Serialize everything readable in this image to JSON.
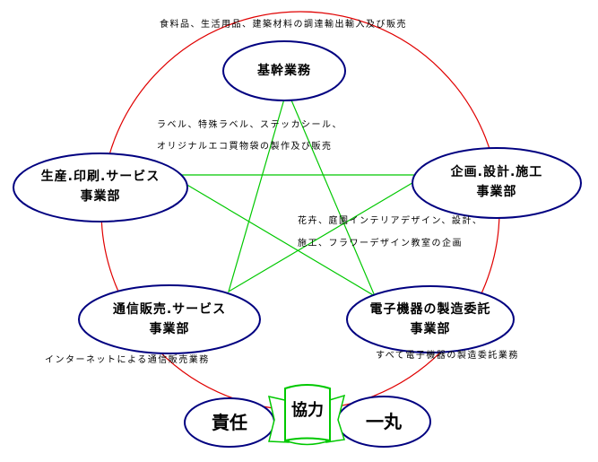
{
  "colors": {
    "ring": "#e00000",
    "star": "#00c800",
    "ellipse_stroke": "#000080",
    "banner": "#00c800"
  },
  "nodes": {
    "core": {
      "line1": "基幹業務"
    },
    "production": {
      "line1": "生産.印刷.サービス",
      "line2": "事業部"
    },
    "planning": {
      "line1": "企画.設計.施工",
      "line2": "事業部"
    },
    "mail_order": {
      "line1": "通信販売.サービス",
      "line2": "事業部"
    },
    "electronics": {
      "line1": "電子機器の製造委託",
      "line2": "事業部"
    }
  },
  "captions": {
    "top": "食料品、生活用品、建築材料の調達輸出輸入及び販売",
    "labels_1": "ラベル、特殊ラベル、ステッカシール、",
    "labels_2": "オリジナルエコ買物袋の製作及び販売",
    "design_1": "花卉、庭園インテリアデザイン、設計、",
    "design_2": "施工、フラワーデザイン教室の企画",
    "internet": "インターネットによる通信販売業務",
    "electronics": "すべて電子機器の製造委託業務"
  },
  "slogans": {
    "responsibility": "責任",
    "cooperation": "協力",
    "unity": "一丸"
  }
}
